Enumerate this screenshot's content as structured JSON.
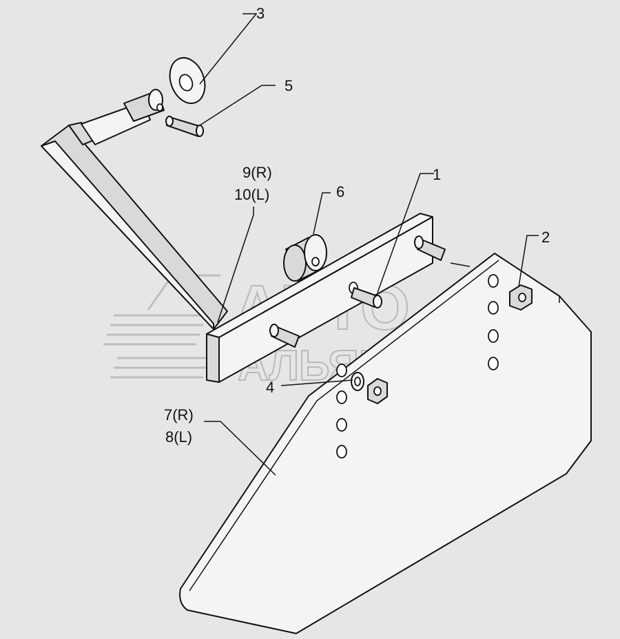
{
  "watermark": {
    "line1": "АВТО",
    "line2": "АЛЬЯНС"
  },
  "callouts": {
    "c1": "1",
    "c2": "2",
    "c3": "3",
    "c4": "4",
    "c5": "5",
    "c6": "6",
    "c7_right": "7(R)",
    "c8_left": "8(L)",
    "c9_right": "9(R)",
    "c10_left": "10(L)"
  }
}
